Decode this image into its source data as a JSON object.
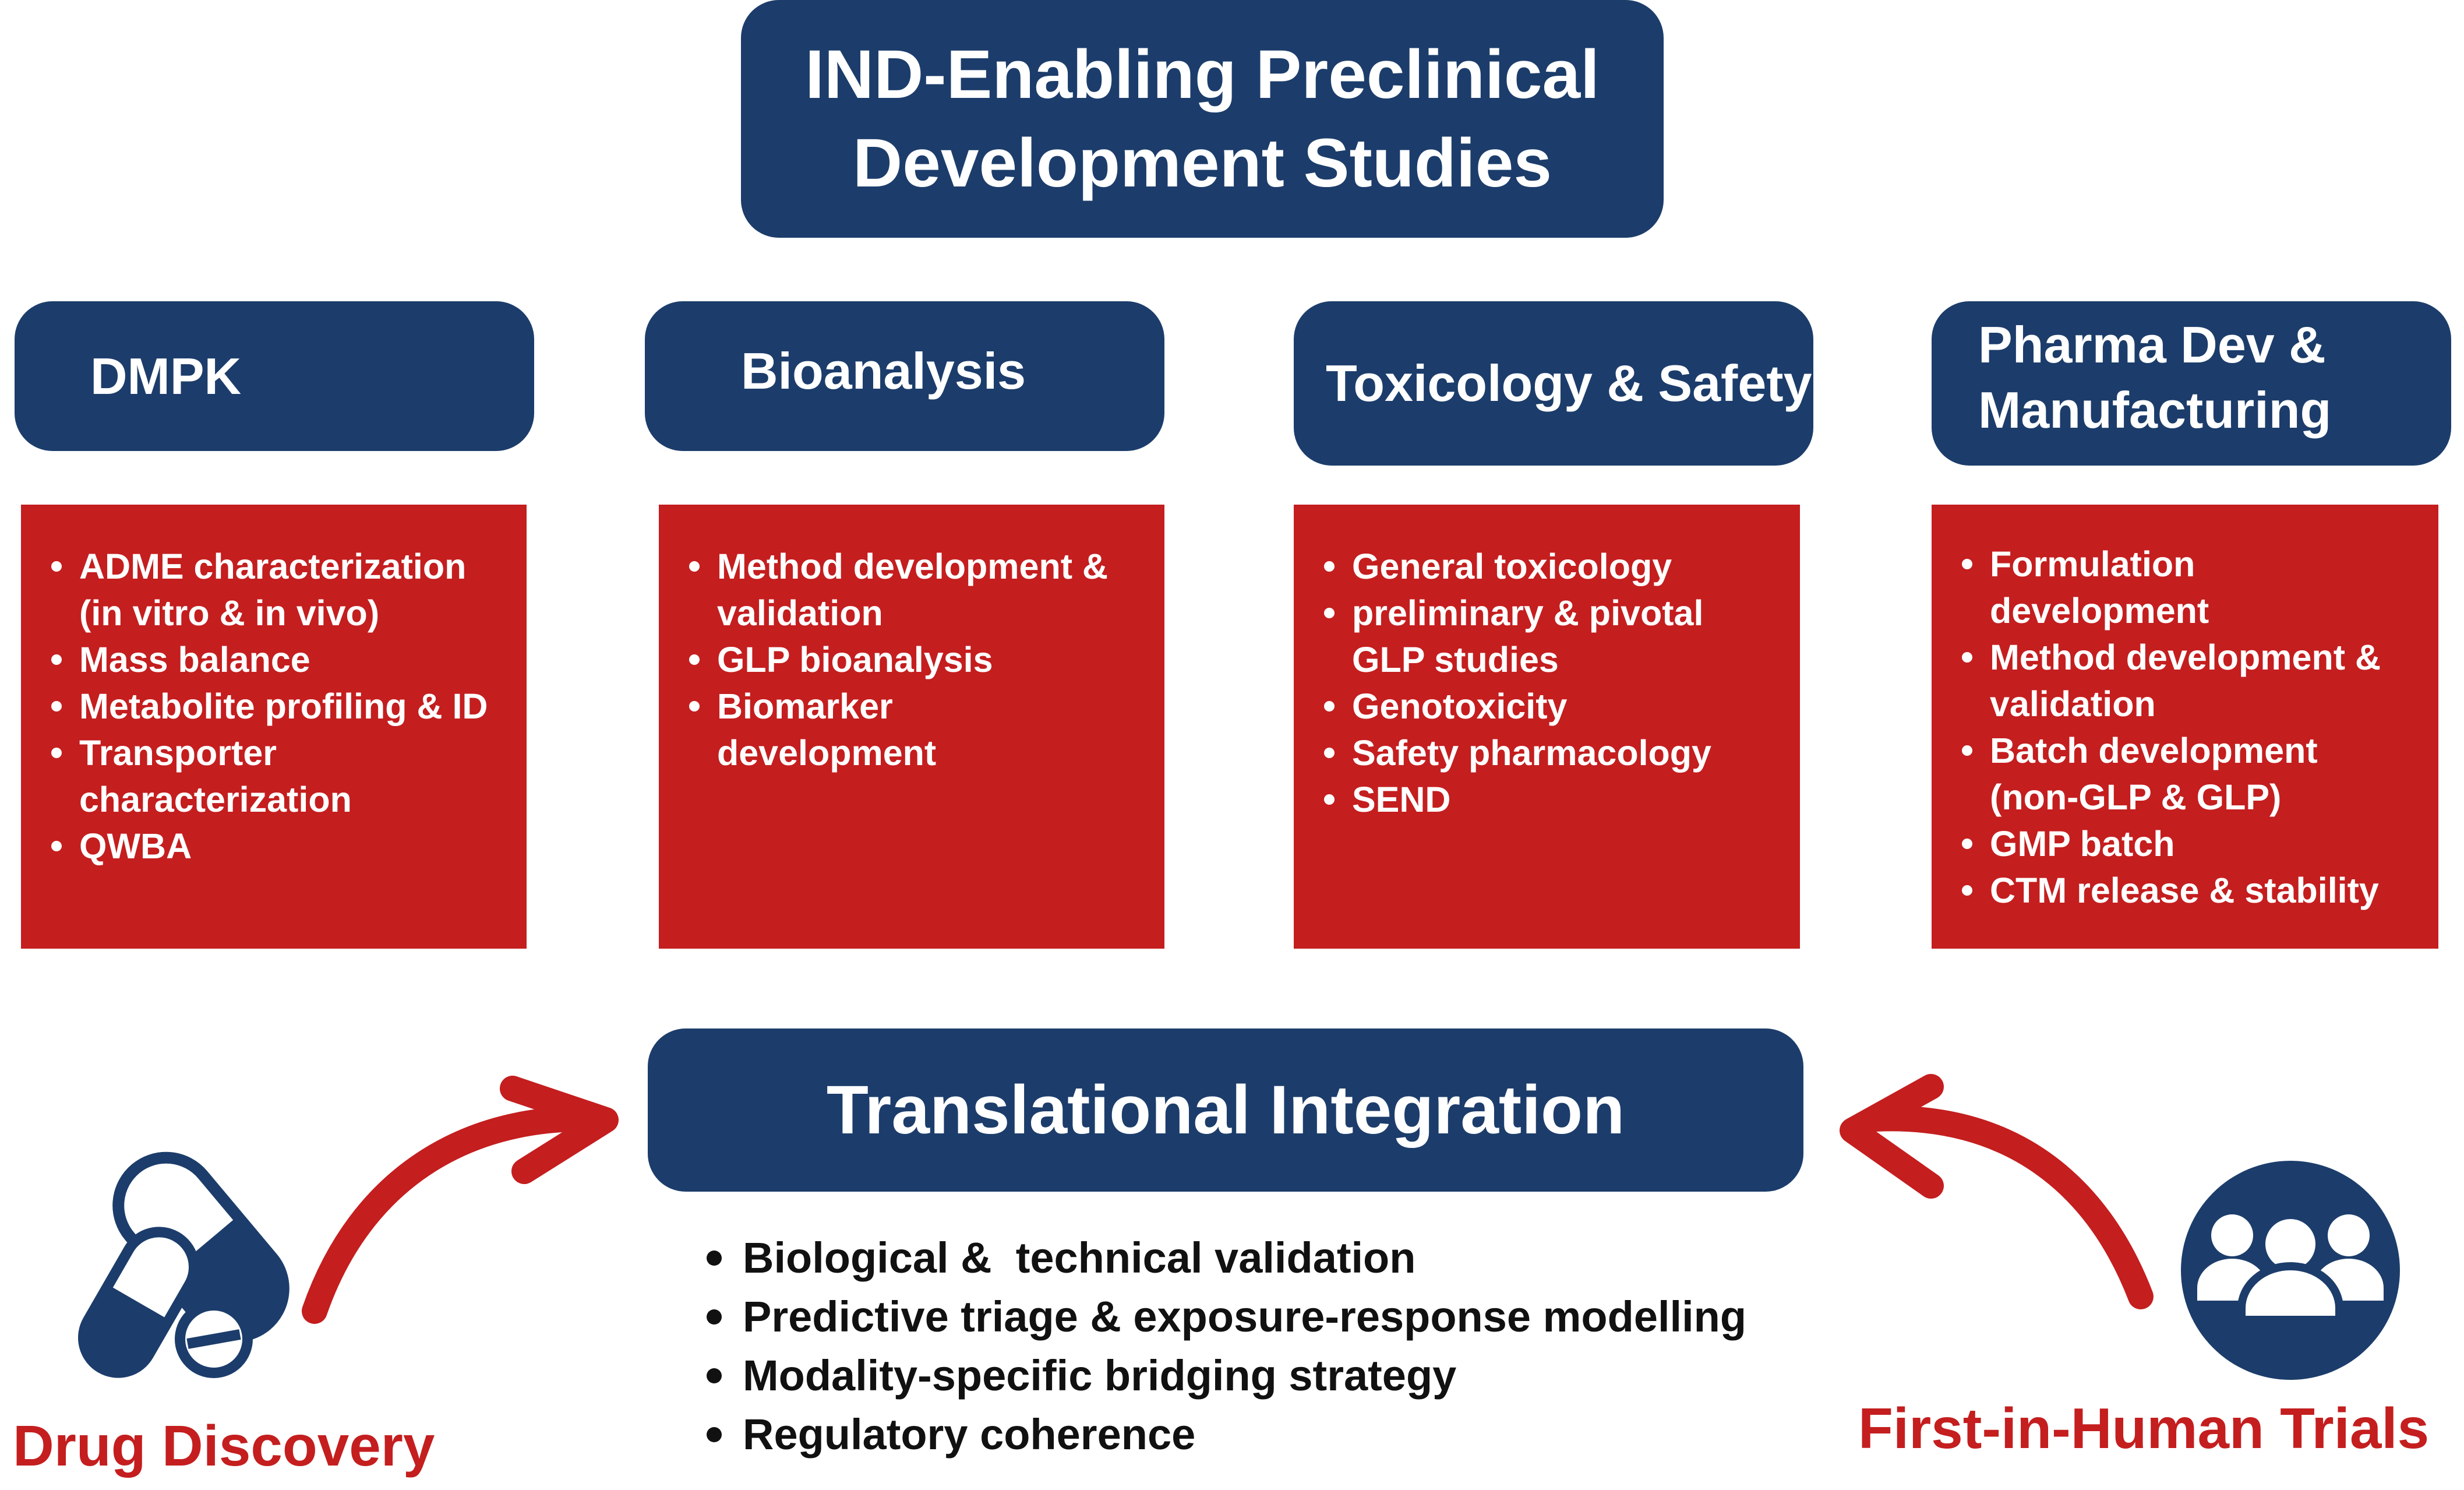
{
  "title": {
    "line1": "IND-Enabling Preclinical",
    "line2": "Development Studies"
  },
  "columns": [
    {
      "heading": "DMPK",
      "items": [
        "ADME characterization",
        "(in vitro & in vivo)",
        "Mass balance",
        "Metabolite profiling & ID",
        "Transporter",
        "characterization",
        "QWBA"
      ]
    },
    {
      "heading": "Bioanalysis",
      "items": [
        "Method development &",
        "validation",
        "GLP bioanalysis",
        "Biomarker",
        "development"
      ]
    },
    {
      "heading": "Toxicology & Safety",
      "items": [
        "General toxicology",
        "preliminary & pivotal",
        "GLP studies",
        "Genotoxicity",
        "Safety pharmacology",
        "SEND"
      ]
    },
    {
      "heading_line1": "Pharma Dev &",
      "heading_line2": "Manufacturing",
      "items": [
        "Formulation",
        "development",
        "Method development &",
        "validation",
        "Batch development",
        "(non-GLP & GLP)",
        "GMP batch",
        "CTM release & stability"
      ]
    }
  ],
  "translational": {
    "heading": "Translational Integration",
    "items": [
      "Biological &  technical validation",
      "Predictive triage & exposure-response modelling",
      "Modality-specific bridging strategy",
      "Regulatory coherence"
    ]
  },
  "left_caption": "Drug Discovery",
  "right_caption": "First-in-Human Trials",
  "colors": {
    "navy": "#1c3d6b",
    "red": "#c41e1f",
    "white": "#ffffff"
  },
  "icons": {
    "left": "pills-icon",
    "right": "people-group-icon"
  }
}
